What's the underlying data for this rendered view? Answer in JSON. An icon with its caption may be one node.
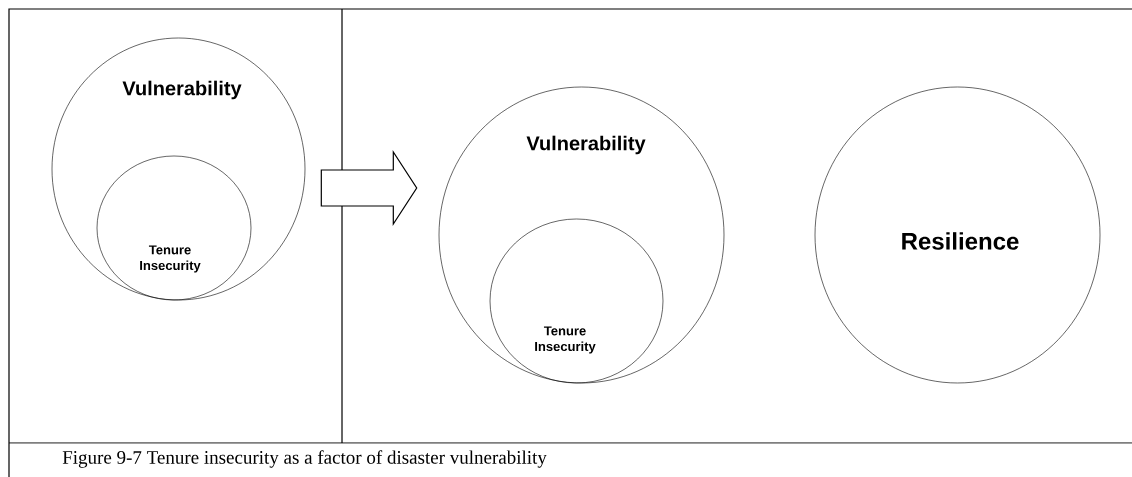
{
  "diagram": {
    "caption": "Figure 9-7 Tenure insecurity as a factor of disaster vulnerability",
    "nodes": [
      {
        "text": [
          "Vulnerability"
        ]
      },
      {
        "text": [
          "Tenure Insecurity"
        ],
        "in": 0
      },
      {
        "text": [
          "Vulnerability"
        ]
      },
      {
        "text": [
          "Tenure Insecurity"
        ],
        "in": 2
      },
      {
        "text": [
          "Resilience"
        ]
      }
    ],
    "edges": [
      {
        "from": 0,
        "to": 2,
        "arrow": "to"
      }
    ]
  }
}
